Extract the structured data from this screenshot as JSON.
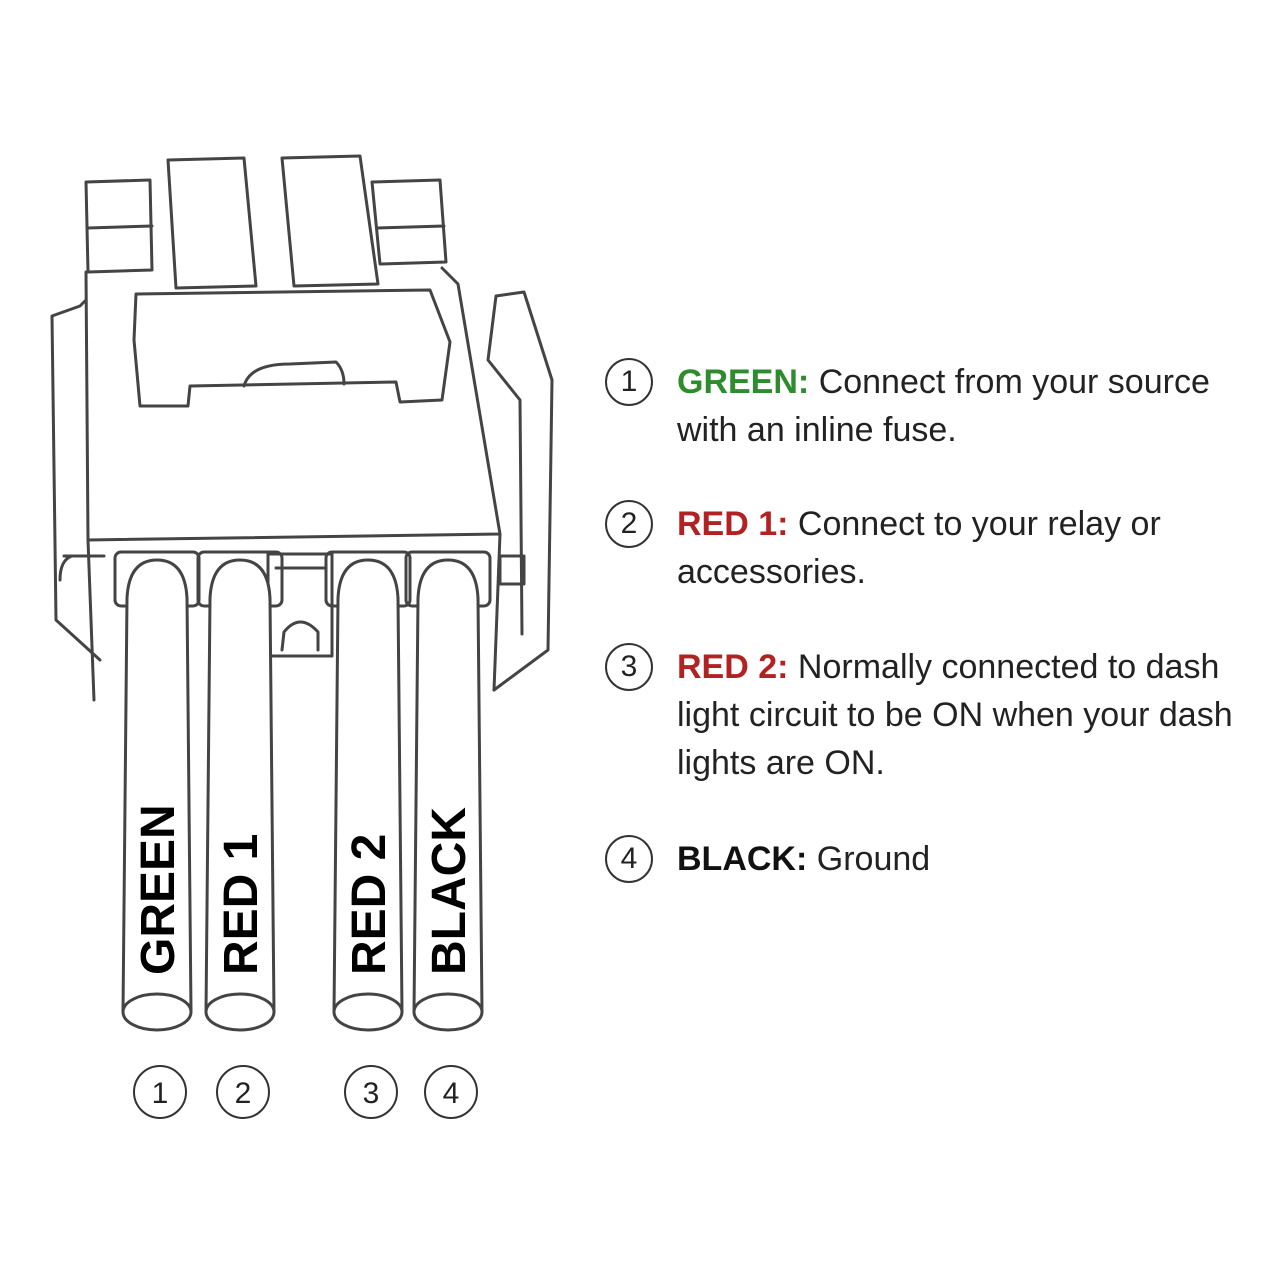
{
  "colors": {
    "green": "#2e8b2e",
    "red": "#b22222",
    "black": "#111111",
    "line": "#444444"
  },
  "wires": [
    {
      "number": "1",
      "label": "GREEN"
    },
    {
      "number": "2",
      "label": "RED 1"
    },
    {
      "number": "3",
      "label": "RED 2"
    },
    {
      "number": "4",
      "label": "BLACK"
    }
  ],
  "legend": [
    {
      "number": "1",
      "key": "GREEN:",
      "color": "#2e8b2e",
      "text": "Connect from your source with an inline fuse."
    },
    {
      "number": "2",
      "key": "RED 1:",
      "color": "#b22222",
      "text": "Connect to your relay or accessories."
    },
    {
      "number": "3",
      "key": "RED 2:",
      "color": "#b22222",
      "text": "Normally connected to dash light circuit to be ON when your dash lights are ON."
    },
    {
      "number": "4",
      "key": "BLACK:",
      "color": "#111111",
      "text": "Ground"
    }
  ]
}
